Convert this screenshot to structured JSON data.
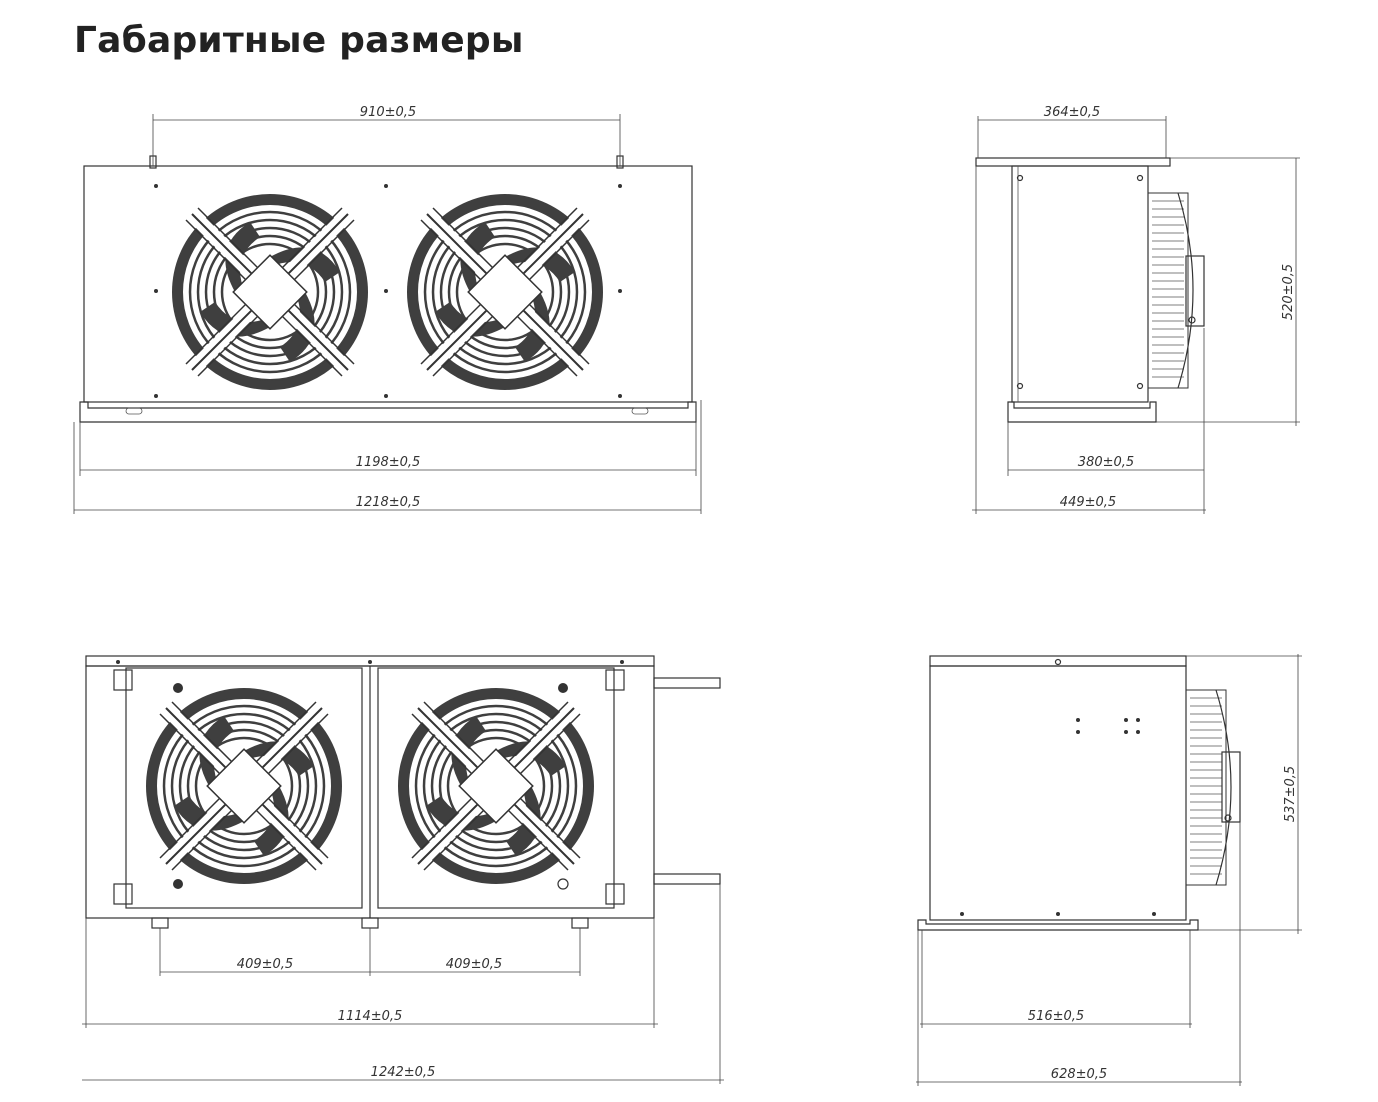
{
  "page": {
    "title": "Габаритные размеры"
  },
  "views": {
    "front_top": {
      "dims": {
        "top_mount": "910±0,5",
        "inner_width": "1198±0,5",
        "outer_width": "1218±0,5"
      }
    },
    "side_top": {
      "dims": {
        "top_width": "364±0,5",
        "height": "520±0,5",
        "base_width": "380±0,5",
        "total_depth": "449±0,5"
      }
    },
    "front_bottom": {
      "dims": {
        "left_spacing": "409±0,5",
        "right_spacing": "409±0,5",
        "body_width": "1114±0,5",
        "total_width": "1242±0,5"
      }
    },
    "side_bottom": {
      "dims": {
        "height": "537±0,5",
        "base_width": "516±0,5",
        "total_depth": "628±0,5"
      }
    }
  },
  "colors": {
    "line": "#333333",
    "fan_fill": "#3f3f3f",
    "title": "#222222"
  }
}
